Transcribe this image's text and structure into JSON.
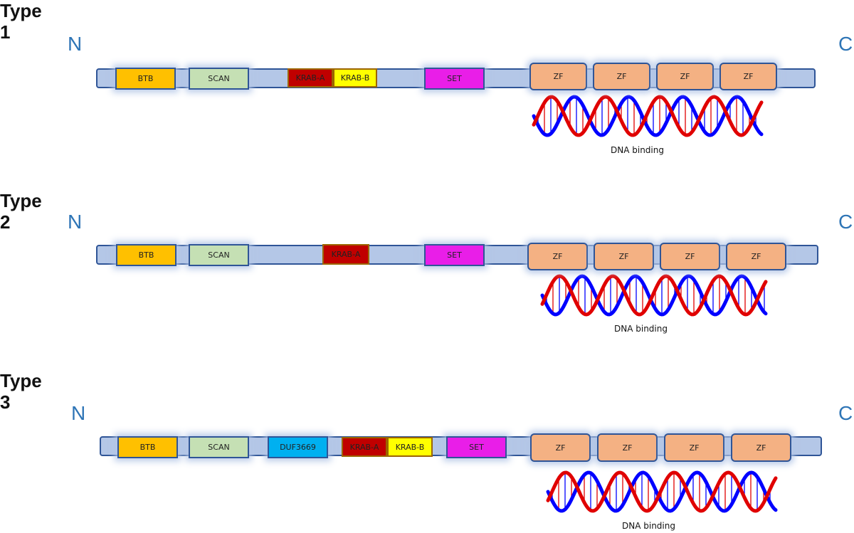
{
  "rows": [
    {
      "type_label": "Type\n1",
      "n_label": "N",
      "c_label": "C",
      "domains": [
        {
          "label": "BTB",
          "color": "#ffc000"
        },
        {
          "label": "SCAN",
          "color": "#c5e0b4"
        },
        {
          "label": "KRAB-A",
          "color": "#c00000"
        },
        {
          "label": "KRAB-B",
          "color": "#ffff00"
        },
        {
          "label": "SET",
          "color": "#e91ee8"
        },
        {
          "label": "ZF",
          "color": "#f4b183"
        },
        {
          "label": "ZF",
          "color": "#f4b183"
        },
        {
          "label": "ZF",
          "color": "#f4b183"
        },
        {
          "label": "ZF",
          "color": "#f4b183"
        }
      ],
      "dna_caption": "DNA binding"
    },
    {
      "type_label": "Type\n2",
      "n_label": "N",
      "c_label": "C",
      "domains": [
        {
          "label": "BTB",
          "color": "#ffc000"
        },
        {
          "label": "SCAN",
          "color": "#c5e0b4"
        },
        {
          "label": "KRAB-A",
          "color": "#c00000"
        },
        {
          "label": "SET",
          "color": "#e91ee8"
        },
        {
          "label": "ZF",
          "color": "#f4b183"
        },
        {
          "label": "ZF",
          "color": "#f4b183"
        },
        {
          "label": "ZF",
          "color": "#f4b183"
        },
        {
          "label": "ZF",
          "color": "#f4b183"
        }
      ],
      "dna_caption": "DNA binding"
    },
    {
      "type_label": "Type\n3",
      "n_label": "N",
      "c_label": "C",
      "domains": [
        {
          "label": "BTB",
          "color": "#ffc000"
        },
        {
          "label": "SCAN",
          "color": "#c5e0b4"
        },
        {
          "label": "DUF3669",
          "color": "#00b0f0"
        },
        {
          "label": "KRAB-A",
          "color": "#c00000"
        },
        {
          "label": "KRAB-B",
          "color": "#ffff00"
        },
        {
          "label": "SET",
          "color": "#e91ee8"
        },
        {
          "label": "ZF",
          "color": "#f4b183"
        },
        {
          "label": "ZF",
          "color": "#f4b183"
        },
        {
          "label": "ZF",
          "color": "#f4b183"
        },
        {
          "label": "ZF",
          "color": "#f4b183"
        }
      ],
      "dna_caption": "DNA binding"
    }
  ],
  "colors": {
    "strand_a": "#0000ff",
    "strand_b": "#e00000",
    "backbone_fill": "#b4c7e7",
    "terminus_text": "#2e75b6"
  }
}
